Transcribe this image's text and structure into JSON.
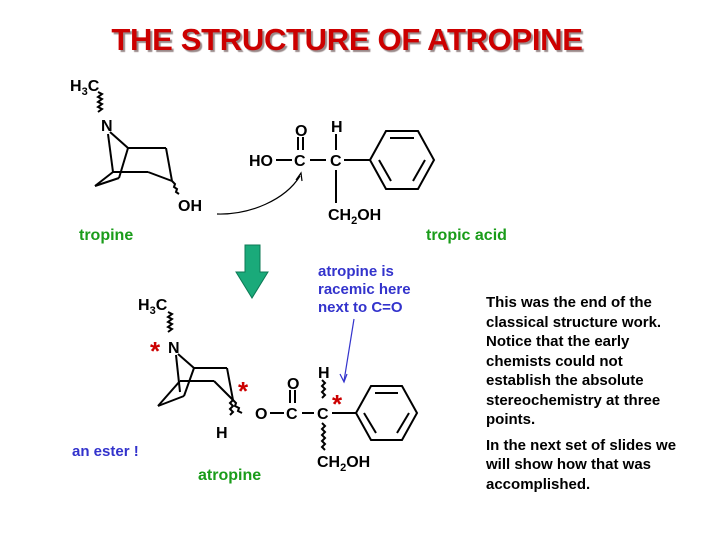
{
  "title": "THE STRUCTURE OF ATROPINE",
  "labels": {
    "tropine": "tropine",
    "tropic_acid": "tropic acid",
    "atropine": "atropine",
    "ester_note": "an ester !",
    "racemic_note": [
      "atropine is",
      "racemic here",
      "next to C=O"
    ]
  },
  "atoms": {
    "methyl_h": "H",
    "methyl_sub": "3",
    "methyl_c": "C",
    "nitrogen": "N",
    "hydroxyl": "OH",
    "carbonyl_o": "O",
    "ho": "HO",
    "carbon": "C",
    "hydrogen": "H",
    "ch2oh_ch": "CH",
    "ch2oh_sub": "2",
    "ch2oh_oh": "OH",
    "ester_o": "O"
  },
  "stereocenter_marker": "*",
  "colors": {
    "title": "#cc0000",
    "label_green": "#1a9c1a",
    "note_blue": "#3333cc",
    "arrow_teal": "#1aaa7a",
    "star_red": "#cc0000"
  },
  "notes": [
    "This was the end of the classical structure work. Notice that the early chemists could not establish the absolute stereochemistry at three points.",
    "In the next set of slides we will show how that was accomplished."
  ]
}
